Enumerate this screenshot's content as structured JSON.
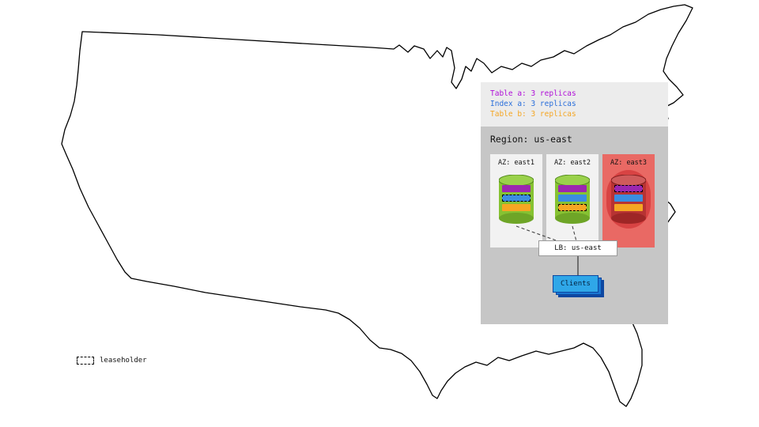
{
  "colors": {
    "table_a": "#9c27b0",
    "index_a": "#3b8de0",
    "table_b": "#f5a623",
    "az_failed_bg": "#e96964",
    "healthy_cylinder": "#86c232",
    "failed_cylinder": "#b73333",
    "clients_blue": "#2fa7e8",
    "region_bg": "#c6c6c6",
    "legend_bg": "#ececec"
  },
  "replica_legend": {
    "lines": [
      {
        "series": "table-a",
        "label": "Table a: 3 replicas"
      },
      {
        "series": "index-a",
        "label": "Index a: 3 replicas"
      },
      {
        "series": "table-b",
        "label": "Table b: 3 replicas"
      }
    ]
  },
  "region": {
    "title": "Region: us-east",
    "azs": [
      {
        "label": "AZ: east1",
        "failed": false,
        "leaseholder": "index-a"
      },
      {
        "label": "AZ: east2",
        "failed": false,
        "leaseholder": "table-b"
      },
      {
        "label": "AZ: east3",
        "failed": true,
        "leaseholder": "table-a"
      }
    ]
  },
  "load_balancer": {
    "label": "LB: us-east"
  },
  "clients": {
    "label": "Clients"
  },
  "leaseholder_legend": {
    "label": "leaseholder"
  }
}
